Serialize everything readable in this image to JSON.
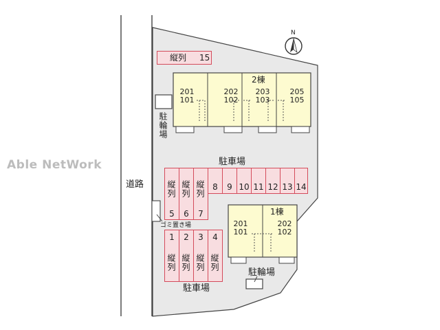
{
  "watermark": "Able NetWork",
  "road_label": "道路",
  "north_label": "N",
  "building2": {
    "name": "2棟",
    "units": [
      {
        "upper": "201",
        "lower": "101"
      },
      {
        "upper": "202",
        "lower": "102"
      },
      {
        "upper": "203",
        "lower": "103"
      },
      {
        "upper": "205",
        "lower": "105"
      }
    ]
  },
  "building1": {
    "name": "1棟",
    "units": [
      {
        "upper": "201",
        "lower": "101"
      },
      {
        "upper": "202",
        "lower": "102"
      }
    ]
  },
  "parking_top": {
    "label": "縦列",
    "number": "15"
  },
  "parking_main_label": "駐車場",
  "parking_bottom_label": "駐車場",
  "bike_parking_left": "駐輪場",
  "bike_parking_right": "駐輪場",
  "garbage_area": "ゴミ置き場",
  "vertical_tag": "縦列",
  "slots_row_upper": [
    "5",
    "6",
    "7"
  ],
  "slots_row_numbers": [
    "8",
    "9",
    "10",
    "11",
    "12",
    "13",
    "14"
  ],
  "slots_lower": [
    "1",
    "2",
    "3",
    "4"
  ],
  "colors": {
    "slot_border": "#d44a5a",
    "slot_fill": "#f8dde0",
    "building_fill": "#fdfbd0",
    "lot_fill": "#e9e9e9"
  }
}
